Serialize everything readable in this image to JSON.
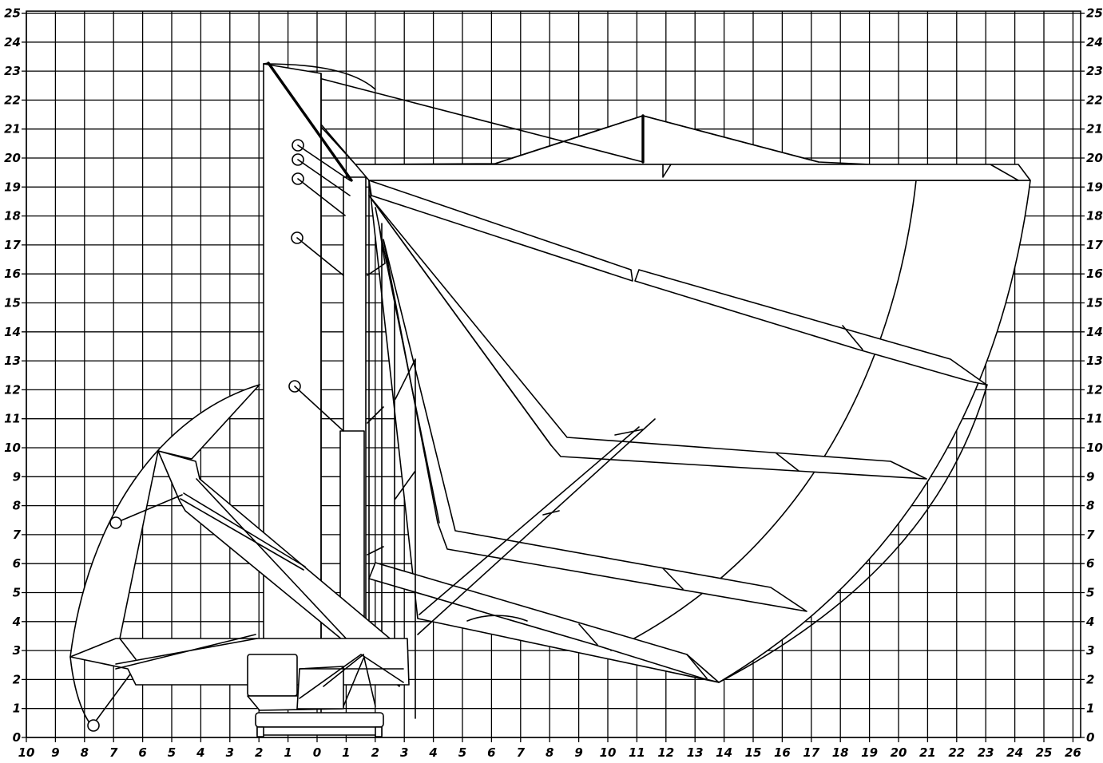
{
  "diagram": {
    "x_axis": {
      "tick_labels": [
        "10",
        "9",
        "8",
        "7",
        "6",
        "5",
        "4",
        "3",
        "2",
        "1",
        "0",
        "1",
        "2",
        "3",
        "4",
        "5",
        "6",
        "7",
        "8",
        "9",
        "10",
        "11",
        "12",
        "13",
        "14",
        "15",
        "16",
        "17",
        "18",
        "19",
        "20",
        "21",
        "22",
        "23",
        "24",
        "25",
        "26"
      ]
    },
    "y_axis_left": {
      "tick_labels": [
        "0",
        "1",
        "2",
        "3",
        "4",
        "5",
        "6",
        "7",
        "8",
        "9",
        "10",
        "11",
        "12",
        "13",
        "14",
        "15",
        "16",
        "17",
        "18",
        "19",
        "20",
        "21",
        "22",
        "23",
        "24",
        "25"
      ]
    },
    "y_axis_right": {
      "tick_labels": [
        "0",
        "1",
        "2",
        "3",
        "4",
        "5",
        "6",
        "7",
        "8",
        "9",
        "10",
        "11",
        "12",
        "13",
        "14",
        "15",
        "16",
        "17",
        "18",
        "19",
        "20",
        "21",
        "22",
        "23",
        "24",
        "25"
      ]
    },
    "colors": {
      "ink": "#000000",
      "paper": "#ffffff"
    },
    "components": [
      "crane-tower",
      "main-boom",
      "luffing-jib",
      "counter-jib",
      "counterweight",
      "machine-house",
      "crawler-base",
      "working-range-envelope",
      "pulley-circles"
    ]
  }
}
